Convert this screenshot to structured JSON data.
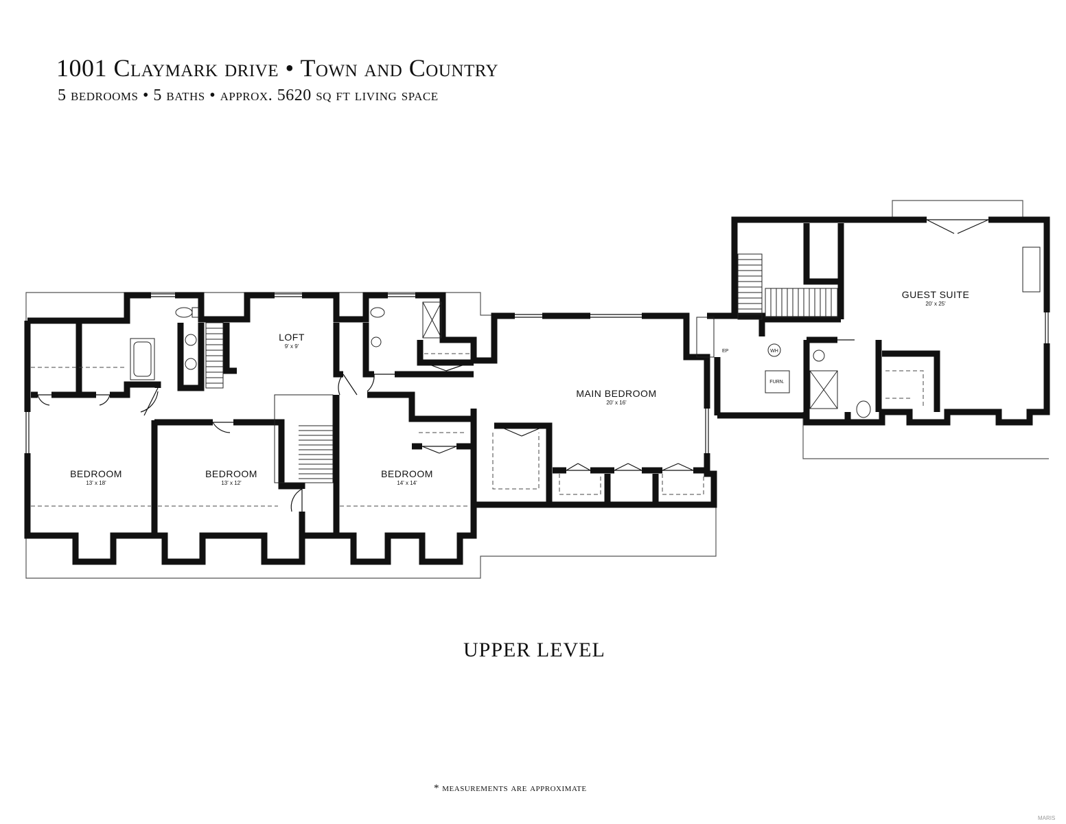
{
  "header": {
    "title": "1001 Claymark drive • Town and Country",
    "subtitle": "5 bedrooms • 5 baths • approx. 5620 sq ft living space"
  },
  "plan": {
    "level_label": "UPPER LEVEL",
    "rooms": [
      {
        "name": "LOFT",
        "dims": "9' x 9'"
      },
      {
        "name": "BEDROOM",
        "dims": "13' x 18'"
      },
      {
        "name": "BEDROOM",
        "dims": "13' x 12'"
      },
      {
        "name": "BEDROOM",
        "dims": "14' x 14'"
      },
      {
        "name": "MAIN BEDROOM",
        "dims": "20' x 16'"
      },
      {
        "name": "GUEST SUITE",
        "dims": "20' x 25'"
      }
    ],
    "fixtures": {
      "water_heater": "WH",
      "furnace": "FURN.",
      "ep": "EP"
    }
  },
  "footer": {
    "note": "* measurements are approximate",
    "watermark": "MARIS"
  }
}
